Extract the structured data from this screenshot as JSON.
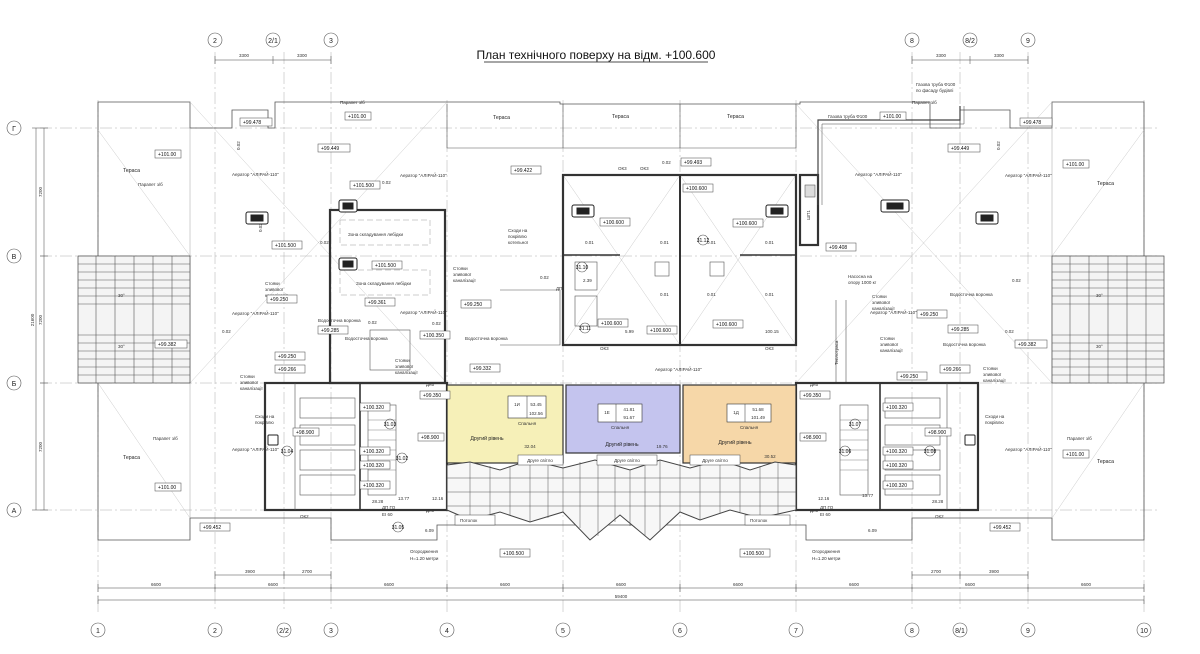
{
  "title": "План технічного поверху на відм. +100.600",
  "axes_top": [
    "2",
    "2/1",
    "3",
    "8",
    "8/2",
    "9"
  ],
  "axes_bottom": [
    "1",
    "2",
    "2/2",
    "3",
    "4",
    "5",
    "6",
    "7",
    "8",
    "8/1",
    "9",
    "10"
  ],
  "axes_left": [
    "Г",
    "В",
    "Б",
    "А"
  ],
  "dims_top": {
    "d1": "3300",
    "d2": "3300",
    "d3": "3300",
    "d4": "3300"
  },
  "dims_bottom_row1": [
    "3900",
    "2700",
    "2700",
    "3900"
  ],
  "dims_bottom_row2": [
    "6600",
    "6600",
    "6600",
    "6600",
    "6600",
    "6600",
    "6600",
    "6600",
    "6600"
  ],
  "dim_total": "59400",
  "dims_left": [
    "7200",
    "7200",
    "7200"
  ],
  "dim_left_total": "21600",
  "rooms": {
    "r1": {
      "id": "1И",
      "area": "53.45",
      "area2": "102.56",
      "name": "Спальня",
      "level": "Другий рівень",
      "area3": "32.04"
    },
    "r2": {
      "id": "1Е",
      "area": "41.81",
      "area2": "91.67",
      "name": "Спальня",
      "level": "Другий рівень",
      "area3": "19.76"
    },
    "r3": {
      "id": "1Д",
      "area": "51.68",
      "area2": "101.49",
      "name": "Спальня",
      "level": "Другий рівень",
      "area3": "30.52"
    }
  },
  "labels": {
    "terrace": "Тераса",
    "parapet": "Парапет з/б",
    "aerator": "Аератор \"АЛІРАЙ-110\"",
    "drain": "Водосточна воронка",
    "riser1": "Стояки",
    "riser2": "зливової",
    "riser3": "каналізації",
    "stairs1": "Сходи на",
    "stairs2": "покрівлю",
    "boiler_stairs1": "Сходи на",
    "boiler_stairs2": "покрівлю",
    "boiler_stairs3": "котельної",
    "storage": "Зона складування лебідки",
    "second_light": "Друге світло",
    "ceiling": "Потолок",
    "fence1": "Огородження",
    "fence2": "Н=1.20 метри",
    "gas1": "Газова труба Ф100",
    "gas_top1": "Газова труба Ф100",
    "gas_top2": "по фасаду будівлі",
    "pump1": "Насосна на",
    "pump2": "опору 1000 кг",
    "heat": "Теплотраса",
    "shaft": "ШП1",
    "ok2": "ОК2",
    "ok3": "ОК3",
    "dp": "ДП",
    "dpgo": "ДП ГО",
    "ei": "ЕІ 60",
    "dn5": "Дн5"
  },
  "slopes": [
    "0.02",
    "0.01"
  ],
  "levels": {
    "l1": "+99.478",
    "l2": "+101.00",
    "l3": "+99.449",
    "l4": "+101.500",
    "l5": "+99.422",
    "l6": "+99.493",
    "l7": "+100.600",
    "l8": "+99.408",
    "l9": "+99.382",
    "l10": "+99.285",
    "l11": "+99.250",
    "l12": "+99.266",
    "l13": "+100.350",
    "l14": "+99.361",
    "l15": "+99.332",
    "l16": "+99.350",
    "l17": "+100.320",
    "l18": "+98.900",
    "l19": "+99.452",
    "l20": "+100.500"
  },
  "numbers": {
    "n1": "28.28",
    "n2": "13.77",
    "n3": "12.16",
    "n4": "6.09",
    "n5": "5.99",
    "n6": "100.15",
    "n7": "2.39",
    "n8": "30°",
    "cells": [
      "31.02",
      "31.03",
      "31.04",
      "31.05",
      "31.06",
      "31.07",
      "31.08",
      "31.10",
      "31.11",
      "31.12"
    ]
  }
}
